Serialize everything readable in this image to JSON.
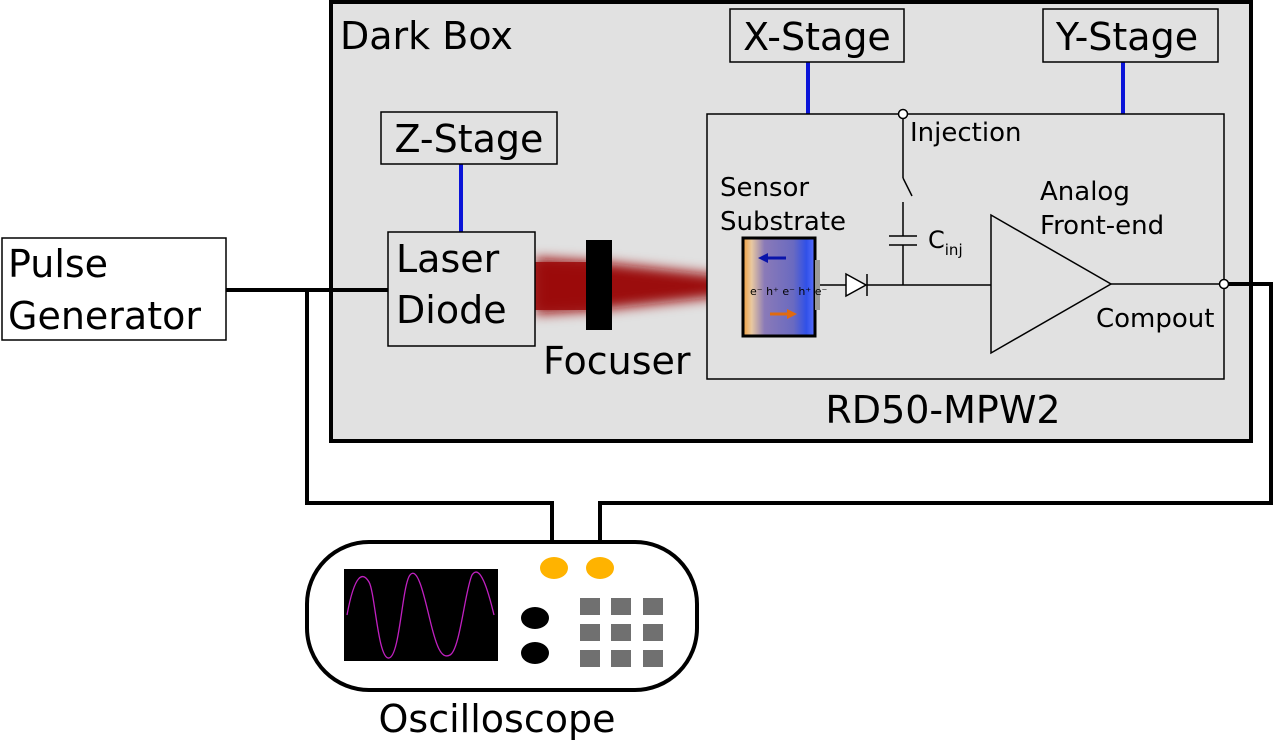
{
  "labels": {
    "dark_box": "Dark Box",
    "x_stage": "X-Stage",
    "y_stage": "Y-Stage",
    "z_stage": "Z-Stage",
    "laser_line1": "Laser",
    "laser_line2": "Diode",
    "pulse_line1": "Pulse",
    "pulse_line2": "Generator",
    "focuser": "Focuser",
    "injection": "Injection",
    "sensor_line1": "Sensor",
    "sensor_line2": "Substrate",
    "cinj_main": "C",
    "cinj_sub": "inj",
    "afe_line1": "Analog",
    "afe_line2": "Front-end",
    "compout": "Compout",
    "chip": "RD50-MPW2",
    "oscilloscope": "Oscilloscope"
  },
  "colors": {
    "stage_link": "#0a14d8",
    "probe": "#ffb300",
    "trace": "#c020c0",
    "beam": "#9b0a0a",
    "darkbox_fill": "#e1e1e1",
    "button": "#707070"
  }
}
